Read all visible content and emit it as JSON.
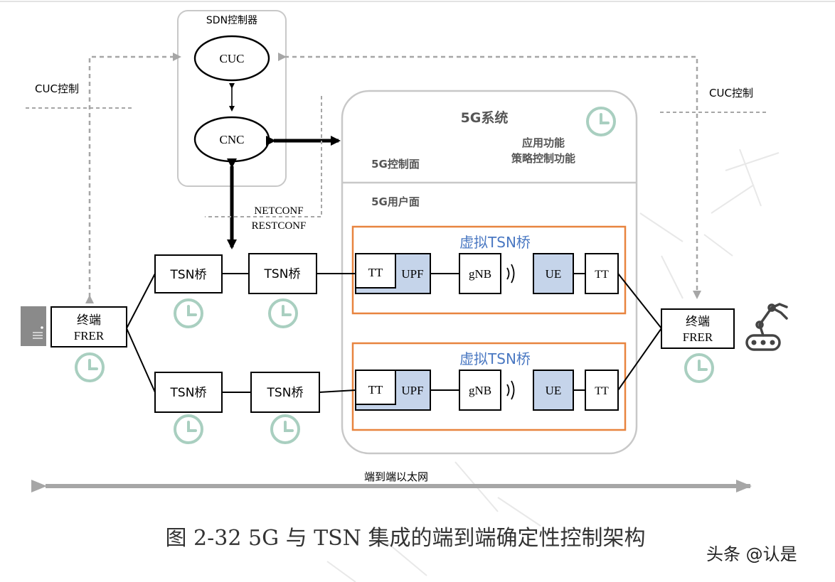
{
  "sdn": {
    "title": "SDN控制器",
    "cuc": "CUC",
    "cnc": "CNC"
  },
  "labels": {
    "cuc_left": "CUC控制",
    "cuc_right": "CUC控制",
    "netconf": "NETCONF",
    "restconf": "RESTCONF",
    "ethernet": "端到端以太网"
  },
  "system5g": {
    "title": "5G系统",
    "app_function": "应用功能",
    "policy_function": "策略控制功能",
    "control_plane": "5G控制面",
    "user_plane": "5G用户面"
  },
  "bridges": {
    "top_virtual": "虚拟TSN桥",
    "bottom_virtual": "虚拟TSN桥",
    "tsn_top_1": "TSN桥",
    "tsn_top_2": "TSN桥",
    "tsn_bottom_1": "TSN桥",
    "tsn_bottom_2": "TSN桥"
  },
  "top_path": {
    "tt_left": "TT",
    "upf": "UPF",
    "gnb": "gNB",
    "ue": "UE",
    "tt_right": "TT"
  },
  "bottom_path": {
    "tt_left": "TT",
    "upf": "UPF",
    "gnb": "gNB",
    "ue": "UE",
    "tt_right": "TT"
  },
  "terminals": {
    "left_line1": "终端",
    "left_line2": "FRER",
    "right_line1": "终端",
    "right_line2": "FRER"
  },
  "caption": "图 2-32  5G 与 TSN 集成的端到端确定性控制架构",
  "credit": "头条 @认是",
  "colors": {
    "orange": "#e8843f",
    "blue_fill": "#c5d4ea",
    "blue_text": "#4a78c2",
    "clock": "#a9cfc0",
    "grey_arrow": "#a6a6a6",
    "frame_grey": "#c8c8c8"
  },
  "icons": [
    "clock-icon",
    "signal-wave-icon",
    "server-icon",
    "robot-arm-icon"
  ]
}
